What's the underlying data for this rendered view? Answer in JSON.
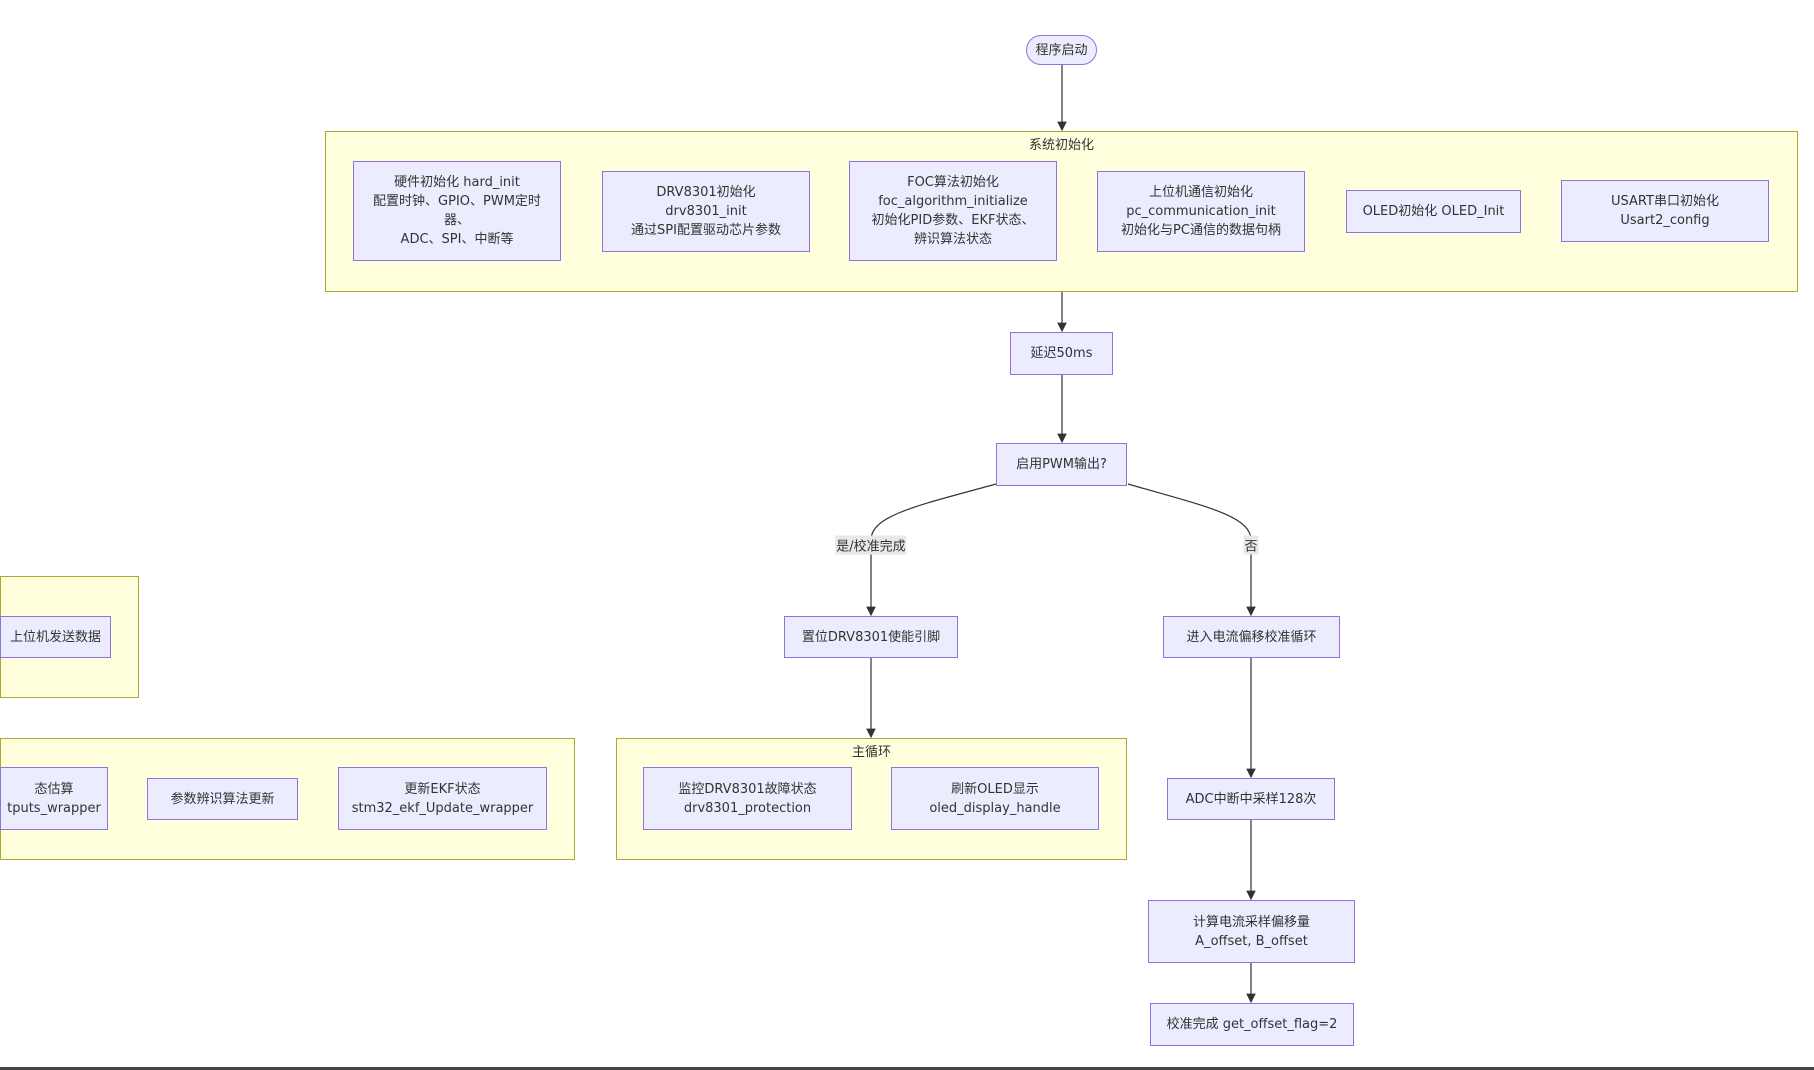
{
  "colors": {
    "node_fill": "#ececff",
    "node_border": "#9370db",
    "group_fill": "#ffffde",
    "group_border": "#aaaa33",
    "edge": "#333333"
  },
  "start": "程序启动",
  "system_init": {
    "title": "系统初始化",
    "nodes": [
      {
        "lines": [
          "硬件初始化 hard_init",
          "配置时钟、GPIO、PWM定时",
          "器、",
          "ADC、SPI、中断等"
        ]
      },
      {
        "lines": [
          "DRV8301初始化",
          "drv8301_init",
          "通过SPI配置驱动芯片参数"
        ]
      },
      {
        "lines": [
          "FOC算法初始化",
          "foc_algorithm_initialize",
          "初始化PID参数、EKF状态、",
          "辨识算法状态"
        ]
      },
      {
        "lines": [
          "上位机通信初始化",
          "pc_communication_init",
          "初始化与PC通信的数据句柄"
        ]
      },
      {
        "lines": [
          "OLED初始化 OLED_Init"
        ]
      },
      {
        "lines": [
          "USART串口初始化",
          "Usart2_config"
        ]
      }
    ]
  },
  "delay": "延迟50ms",
  "decision": "启用PWM输出?",
  "edge_labels": {
    "yes": "是/校准完成",
    "no": "否"
  },
  "enable_pin": "置位DRV8301使能引脚",
  "calib_loop": "进入电流偏移校准循环",
  "main_loop": {
    "title": "主循环",
    "nodes": [
      {
        "lines": [
          "监控DRV8301故障状态",
          "drv8301_protection"
        ]
      },
      {
        "lines": [
          "刷新OLED显示",
          "oled_display_handle"
        ]
      }
    ]
  },
  "left_group_1": {
    "nodes": [
      {
        "lines": [
          "上位机发送数据"
        ]
      }
    ]
  },
  "left_group_2": {
    "nodes": [
      {
        "lines": [
          "态估算",
          "tputs_wrapper"
        ]
      },
      {
        "lines": [
          "参数辨识算法更新"
        ]
      },
      {
        "lines": [
          "更新EKF状态",
          "stm32_ekf_Update_wrapper"
        ]
      }
    ]
  },
  "adc_sample": "ADC中断中采样128次",
  "compute_offset": {
    "lines": [
      "计算电流采样偏移量",
      "A_offset, B_offset"
    ]
  },
  "calib_done": "校准完成 get_offset_flag=2"
}
